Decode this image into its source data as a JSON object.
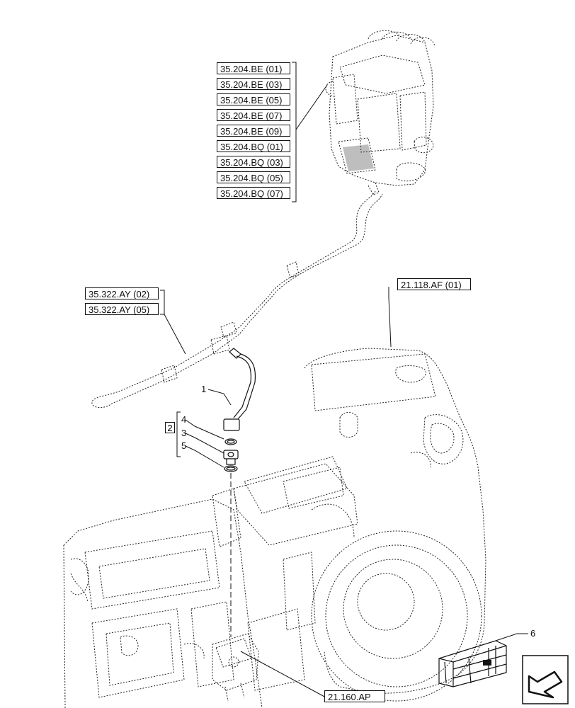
{
  "valve_refs": [
    "35.204.BE (01)",
    "35.204.BE (03)",
    "35.204.BE (05)",
    "35.204.BE (07)",
    "35.204.BE (09)",
    "35.204.BQ (01)",
    "35.204.BQ (03)",
    "35.204.BQ (05)",
    "35.204.BQ (07)"
  ],
  "pipe_refs": [
    "35.322.AY (02)",
    "35.322.AY (05)"
  ],
  "housing_ref": "21.118.AF (01)",
  "bottom_ref": "21.160.AP",
  "callouts": {
    "item1": "1",
    "kit": "2",
    "item3": "3",
    "item4": "4",
    "item5": "5",
    "item6": "6"
  }
}
